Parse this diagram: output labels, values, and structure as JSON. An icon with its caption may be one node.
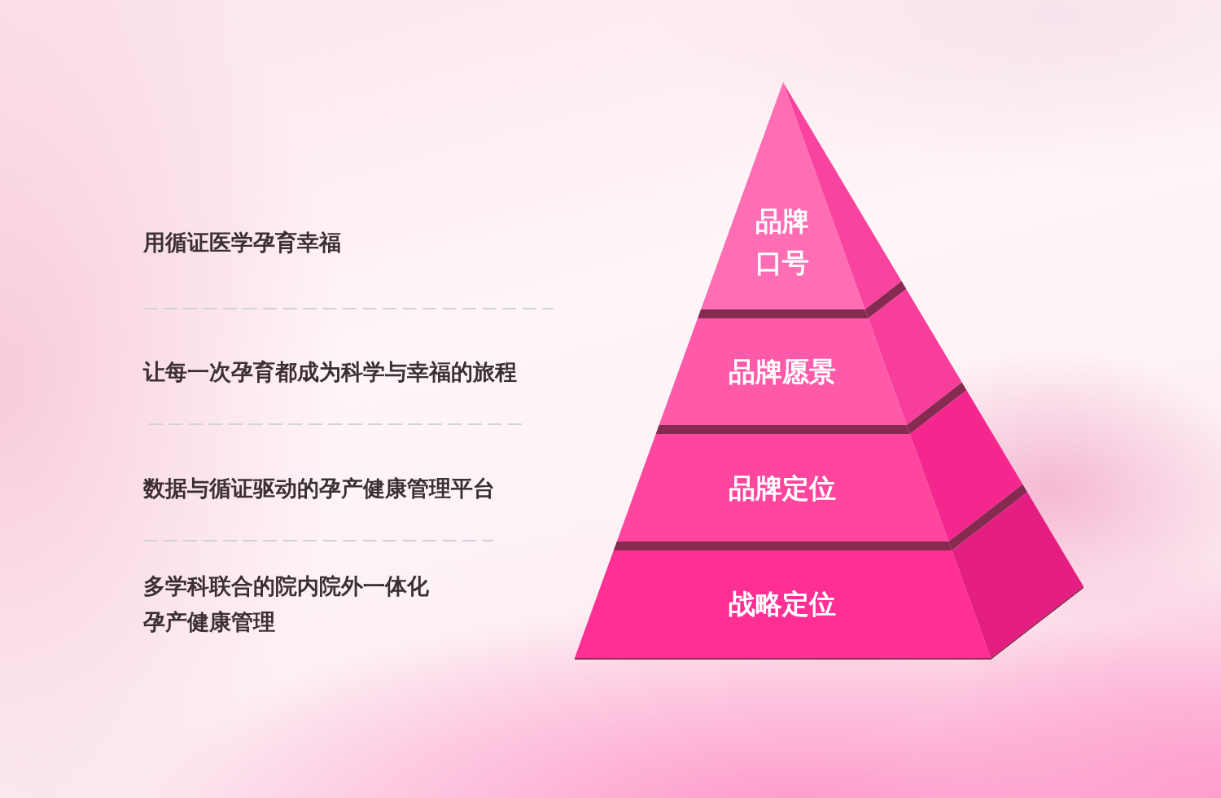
{
  "diagram": {
    "nodes": [
      {
        "text": [
          "品牌口号"
        ]
      },
      {
        "text": [
          "品牌愿景"
        ]
      },
      {
        "text": [
          "品牌定位"
        ]
      },
      {
        "text": [
          "战略定位"
        ]
      }
    ],
    "labels": [
      "用循证医学孕育幸福",
      "让每一次孕育都成为科学与幸福的旅程",
      "数据与循证驱动的孕产健康管理平台",
      "多学科联合的院内院外一体化孕产健康管理"
    ]
  }
}
